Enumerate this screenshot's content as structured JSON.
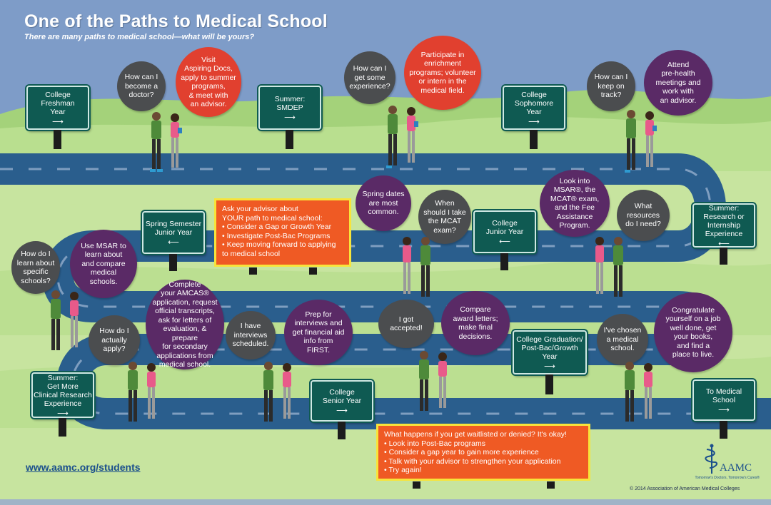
{
  "header": {
    "title": "One of the Paths to Medical School",
    "subtitle": "There are many paths to medical school—what will be yours?"
  },
  "colors": {
    "sky": "#7e9cc8",
    "road": "#2a5e8d",
    "dash": "#7f9ec0",
    "grass_light": "#c7e49f",
    "grass_mid": "#a4d27a",
    "sign": "#0f5a52",
    "bubble_gray": "#4b4d4f",
    "bubble_red": "#e1402f",
    "bubble_purple": "#5a2a66",
    "callout": "#ef5a24",
    "callout_border": "#f7e43b"
  },
  "signs": [
    {
      "text": "College\nFreshman\nYear",
      "arrow": "right"
    },
    {
      "text": "Summer:\nSMDEP",
      "arrow": "right"
    },
    {
      "text": "College\nSophomore\nYear",
      "arrow": "right"
    },
    {
      "text": "Summer:\nResearch or\nInternship\nExperience",
      "arrow": "left"
    },
    {
      "text": "College\nJunior Year",
      "arrow": "left"
    },
    {
      "text": "Spring Semester\nJunior Year",
      "arrow": "left"
    },
    {
      "text": "Summer:\nGet More\nClinical Research\nExperience",
      "arrow": "right"
    },
    {
      "text": "College\nSenior Year",
      "arrow": "right"
    },
    {
      "text": "College Graduation/\nPost-Bac/Growth\nYear",
      "arrow": "right"
    },
    {
      "text": "To Medical\nSchool",
      "arrow": "right"
    }
  ],
  "bubbles": [
    {
      "text": "How can I\nbecome a\ndoctor?",
      "color": "gray"
    },
    {
      "text": "Visit\nAspiring Docs,\napply to summer\nprograms,\n& meet with\nan advisor.",
      "color": "red"
    },
    {
      "text": "How can I\nget some\nexperience?",
      "color": "gray"
    },
    {
      "text": "Participate in\nenrichment\nprograms; volunteer\nor intern in the\nmedical field.",
      "color": "red"
    },
    {
      "text": "How can I\nkeep on\ntrack?",
      "color": "gray"
    },
    {
      "text": "Attend\npre-health\nmeetings and\nwork with\nan advisor.",
      "color": "purple"
    },
    {
      "text": "Spring dates\nare most\ncommon.",
      "color": "purple"
    },
    {
      "text": "When\nshould I take\nthe MCAT\nexam?",
      "color": "gray"
    },
    {
      "text": "Look into\nMSAR®, the\nMCAT® exam,\nand the Fee\nAssistance\nProgram.",
      "color": "purple"
    },
    {
      "text": "What\nresources\ndo I need?",
      "color": "gray"
    },
    {
      "text": "How do I\nlearn about\nspecific\nschools?",
      "color": "gray"
    },
    {
      "text": "Use MSAR to\nlearn about\nand compare\nmedical\nschools.",
      "color": "purple"
    },
    {
      "text": "How do I\nactually\napply?",
      "color": "gray"
    },
    {
      "text": "Complete\nyour AMCAS®\napplication, request\nofficial transcripts,\nask for letters of\nevaluation, & prepare\nfor secondary\napplications from\nmedical school.",
      "color": "purple"
    },
    {
      "text": "I have\ninterviews\nscheduled.",
      "color": "gray"
    },
    {
      "text": "Prep for\ninterviews and\nget financial aid\ninfo from\nFIRST.",
      "color": "purple"
    },
    {
      "text": "I got\naccepted!",
      "color": "gray"
    },
    {
      "text": "Compare\naward letters;\nmake final\ndecisions.",
      "color": "purple"
    },
    {
      "text": "I've chosen\na medical\nschool.",
      "color": "gray"
    },
    {
      "text": "Congratulate\nyourself on a job\nwell done, get\nyour books,\nand find a\nplace to live.",
      "color": "purple"
    }
  ],
  "callouts": {
    "advisor": {
      "intro": "Ask your advisor about\nYOUR path to medical school:",
      "items": [
        "Consider a Gap or Growth Year",
        "Investigate Post-Bac Programs",
        "Keep moving forward to applying to medical school"
      ]
    },
    "waitlist": {
      "intro": "What happens if you get waitlisted  or denied? It's okay!",
      "items": [
        "Look into Post-Bac programs",
        "Consider a gap year to gain more experience",
        "Talk with your advisor to strengthen your application",
        "Try again!"
      ]
    }
  },
  "footer": {
    "url": "www.aamc.org/students",
    "logo_name": "AAMC",
    "logo_tagline": "Tomorrow's Doctors, Tomorrow's Cures®",
    "copyright": "© 2014 Association of American Medical Colleges"
  }
}
